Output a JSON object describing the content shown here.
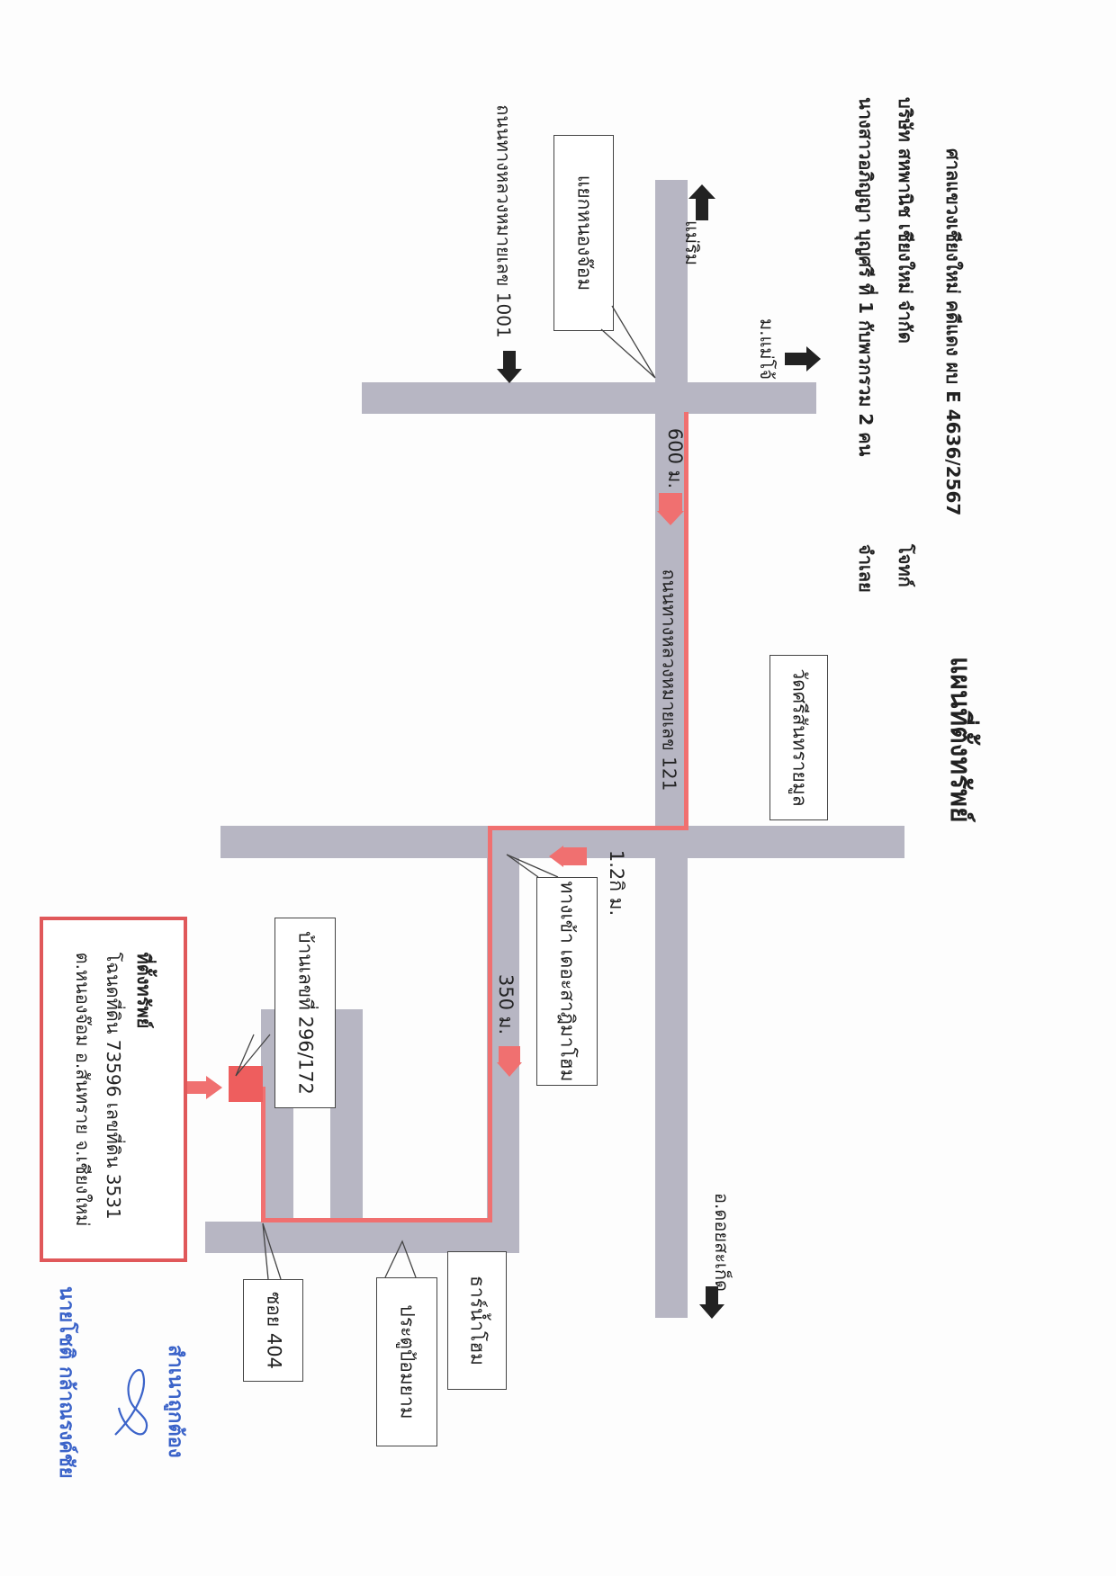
{
  "title": "แผนที่ตั้งทรัพย์",
  "header": {
    "court_line": "ศาลแขวงเชียงใหม่ คดีแดง ผบ E 4636/2567",
    "plaintiff_label": "โจทก์",
    "defendant_line": "บริษัท สหพานิช เชียงใหม่ จำกัด",
    "defendant_label": "จำเลย",
    "other_line": "นางสาวอภิญญา บุญศรี ที่ 1 กับพวกรวม 2 คน"
  },
  "roads": {
    "road_1001": "ถนนทางหลวงหมายเลข 1001",
    "road_121": "ถนนทางหลวงหมายเลข 121"
  },
  "callouts": {
    "junction": "แยกหนองจ๊อม",
    "temple": "วัดศรีสันทรายมูล",
    "entrance": "ทางเข้า เดอะสาฎิมาโฮม",
    "house_no": "บ้านเลขที่ 296/172",
    "soi": "ซอย 404",
    "gate": "ประตูป้อมยาม",
    "pond": "ธาร์น้ำโฮม"
  },
  "directions": {
    "mae_rim": "แม่ริม",
    "mae_jo": "ม.แม่โจ้",
    "doi_saket": "อ.ดอยสะเก็ด"
  },
  "distances": {
    "d1": "600 ม.",
    "d2": "1.2กิ ม.",
    "d3": "350 ม."
  },
  "property_box": {
    "line1": "ที่ตั้งทรัพย์",
    "line2": "โฉนดที่ดิน 73596 เลขที่ดิน 3531",
    "line3": "ต.หนองจ๊อม อ.สันทราย จ.เชียงใหม่"
  },
  "stamp": {
    "line1": "สำเนาถูกต้อง",
    "line2": "นายโชติ กล้าณรงค์ชัย"
  },
  "colors": {
    "road": "#b7b6c3",
    "route": "#f07070",
    "stamp": "#3b63c9"
  }
}
